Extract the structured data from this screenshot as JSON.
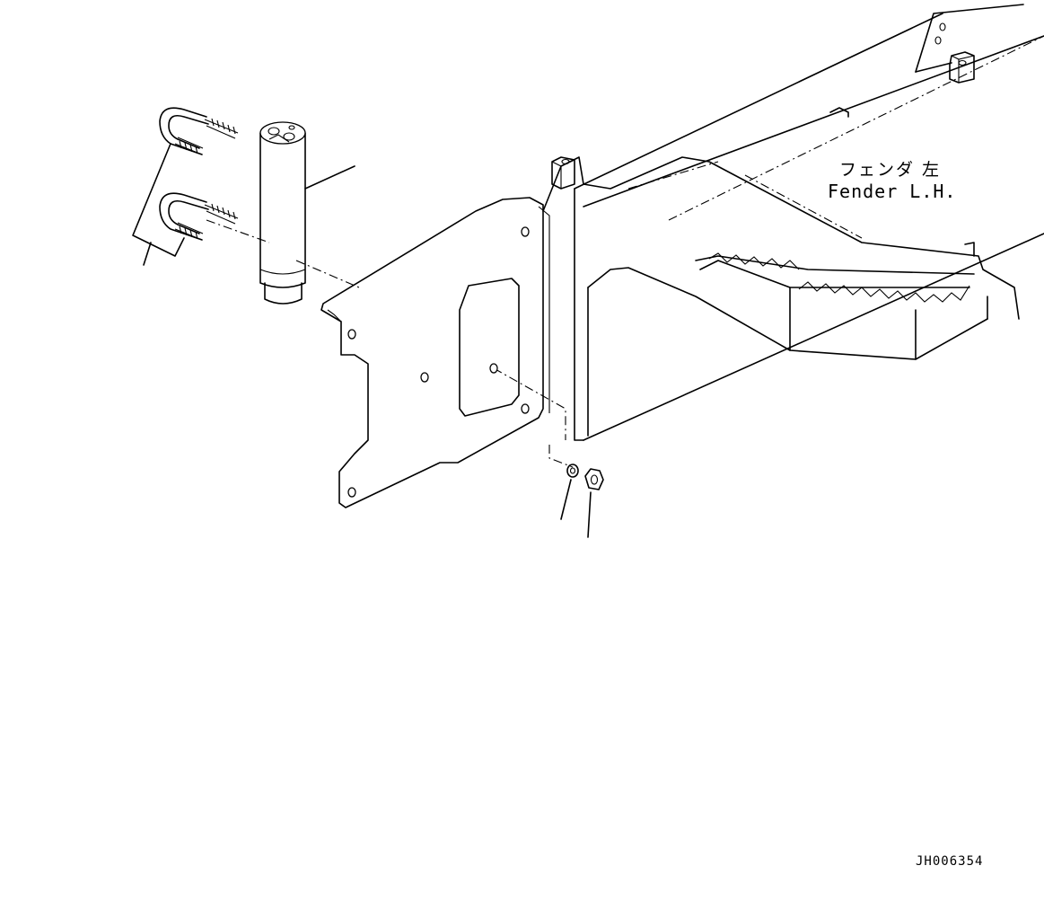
{
  "labels": {
    "fender_jp": "フェンダ 左",
    "fender_en": "Fender L.H.",
    "drawing_number": "JH006354"
  },
  "parts": [
    {
      "name": "u-bolt",
      "count": 2
    },
    {
      "name": "receiver-dryer",
      "count": 1
    },
    {
      "name": "bracket-plate",
      "count": 1
    },
    {
      "name": "washer",
      "count": 1
    },
    {
      "name": "nut",
      "count": 1
    }
  ]
}
